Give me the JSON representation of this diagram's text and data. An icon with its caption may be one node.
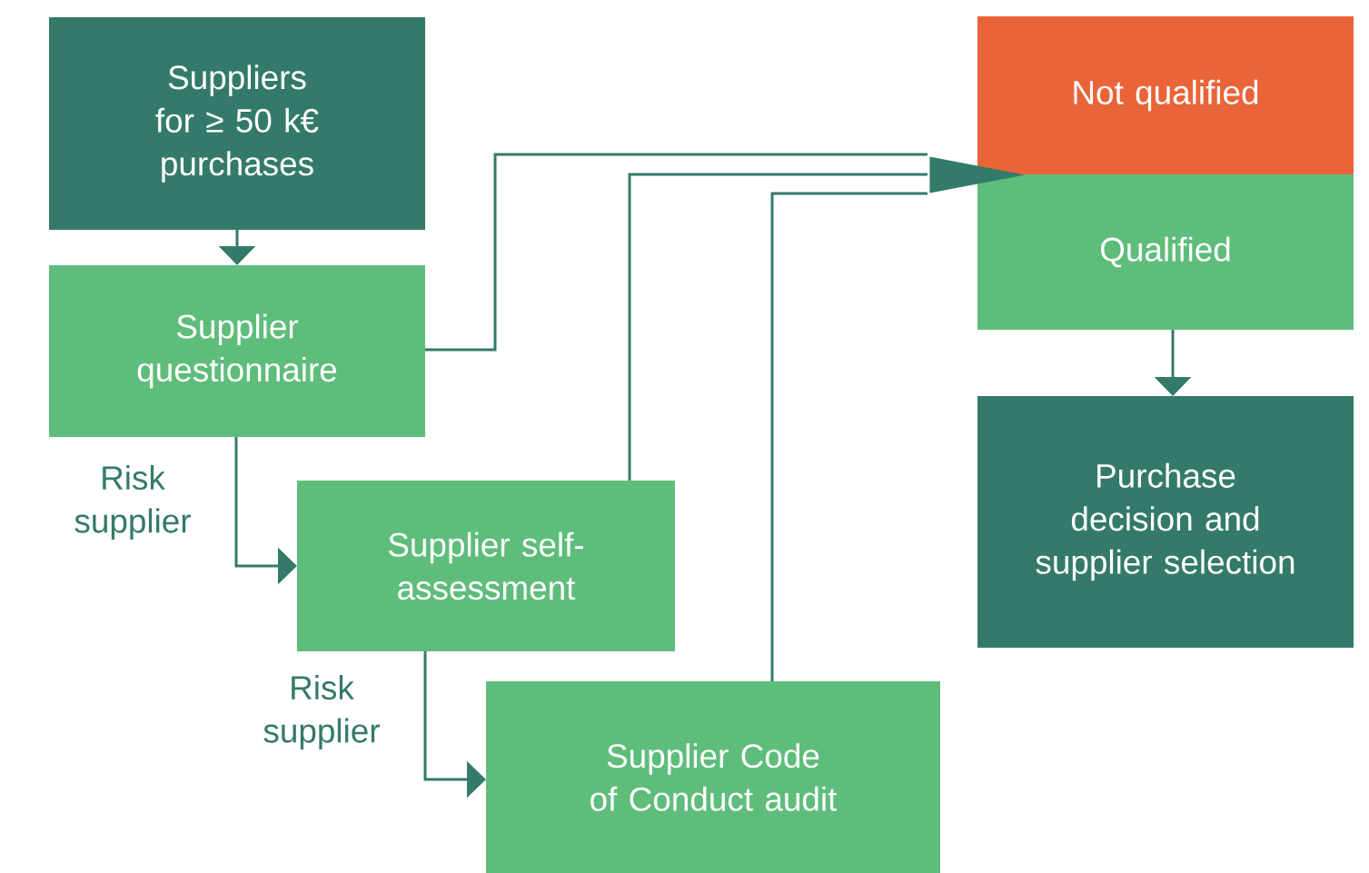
{
  "diagram": {
    "nodes": [
      {
        "text": [
          "Suppliers for ≥ 50 k€ purchases"
        ]
      },
      {
        "text": [
          "Supplier questionnaire"
        ]
      },
      {
        "text": [
          "Supplier self-assessment"
        ]
      },
      {
        "text": [
          "Supplier Code of Conduct audit"
        ]
      },
      {
        "text": [
          "Not qualified"
        ]
      },
      {
        "text": [
          "Qualified"
        ]
      },
      {
        "text": [
          "Purchase decision and supplier selection"
        ]
      },
      {
        "text": [],
        "shape": "triangle"
      }
    ],
    "edges": [
      {
        "from": 0,
        "to": 1,
        "arrow": "to"
      },
      {
        "from": 1,
        "to": 2,
        "arrow": "to",
        "label": "Risk supplier"
      },
      {
        "from": 2,
        "to": 3,
        "arrow": "to",
        "label": "Risk supplier"
      },
      {
        "from": 1,
        "to": 7,
        "arrow": "none"
      },
      {
        "from": 2,
        "to": 7,
        "arrow": "none"
      },
      {
        "from": 3,
        "to": 7,
        "arrow": "none"
      },
      {
        "from": 5,
        "to": 6,
        "arrow": "to"
      }
    ]
  }
}
